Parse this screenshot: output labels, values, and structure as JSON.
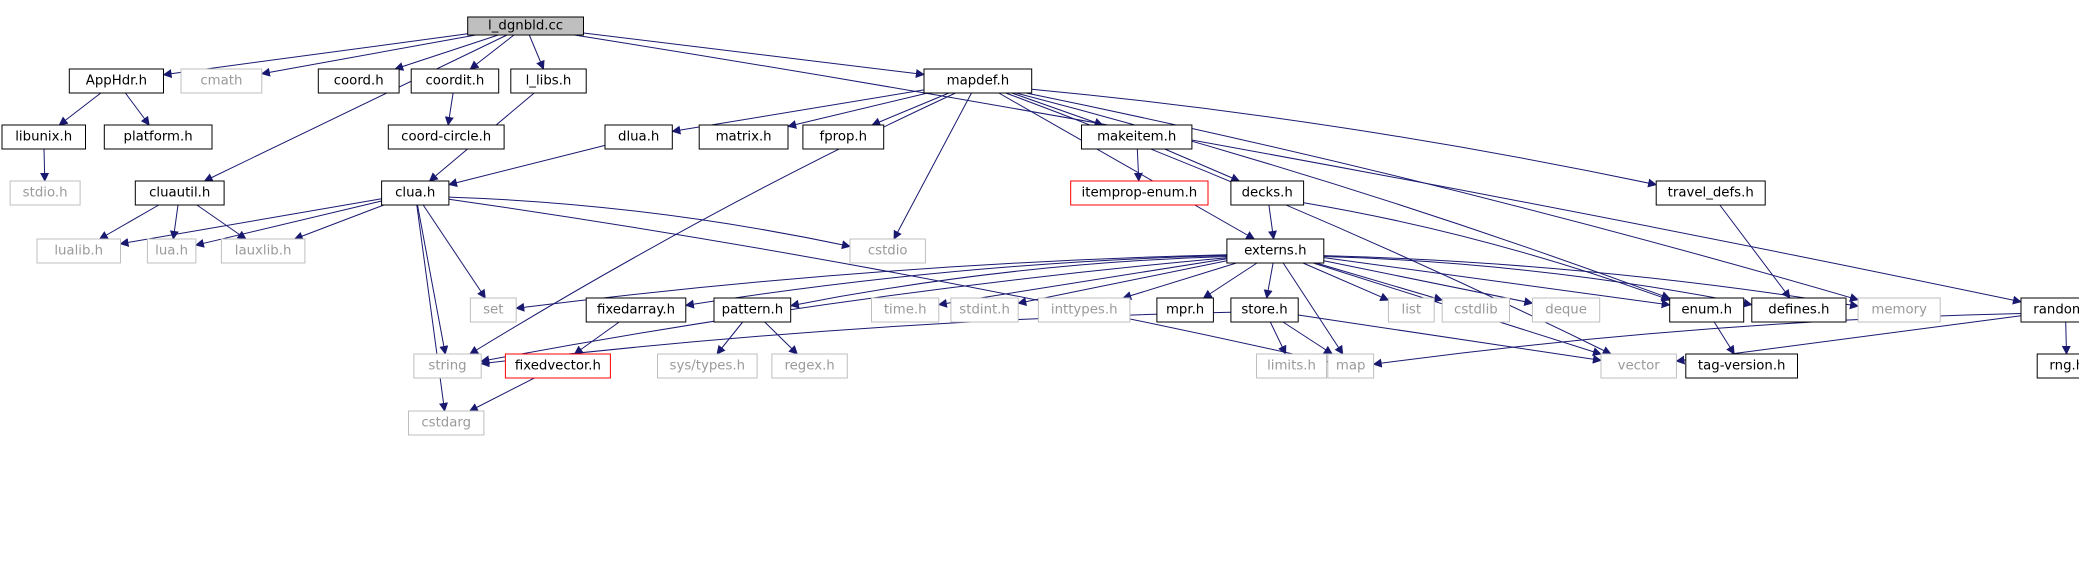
{
  "title": "l_dgnbld.cc",
  "colors": {
    "edge": "#191970",
    "node_border": "#000000",
    "external_border": "#bfbfbf",
    "external_text": "#9a9a9a",
    "missing_border": "#ff0000",
    "root_fill": "#bfbfbf"
  },
  "nodes": {
    "l_dgnbld": {
      "label": "l_dgnbld.cc",
      "kind": "root"
    },
    "apphdr": {
      "label": "AppHdr.h",
      "kind": "project"
    },
    "cmath": {
      "label": "cmath",
      "kind": "external"
    },
    "coord": {
      "label": "coord.h",
      "kind": "project"
    },
    "coordit": {
      "label": "coordit.h",
      "kind": "project"
    },
    "l_libs": {
      "label": "l_libs.h",
      "kind": "project"
    },
    "mapdef": {
      "label": "mapdef.h",
      "kind": "project"
    },
    "libunix": {
      "label": "libunix.h",
      "kind": "project"
    },
    "platform": {
      "label": "platform.h",
      "kind": "project"
    },
    "coord_circle": {
      "label": "coord-circle.h",
      "kind": "project"
    },
    "stdio": {
      "label": "stdio.h",
      "kind": "external"
    },
    "cluautil": {
      "label": "cluautil.h",
      "kind": "project"
    },
    "clua": {
      "label": "clua.h",
      "kind": "project"
    },
    "dlua": {
      "label": "dlua.h",
      "kind": "project"
    },
    "matrix": {
      "label": "matrix.h",
      "kind": "project"
    },
    "fprop": {
      "label": "fprop.h",
      "kind": "project"
    },
    "makeitem": {
      "label": "makeitem.h",
      "kind": "project"
    },
    "itemprop_enum": {
      "label": "itemprop-enum.h",
      "kind": "missing"
    },
    "decks": {
      "label": "decks.h",
      "kind": "project"
    },
    "travel_defs": {
      "label": "travel_defs.h",
      "kind": "project"
    },
    "lualib": {
      "label": "lualib.h",
      "kind": "external"
    },
    "lua": {
      "label": "lua.h",
      "kind": "external"
    },
    "lauxlib": {
      "label": "lauxlib.h",
      "kind": "external"
    },
    "cstdio": {
      "label": "cstdio",
      "kind": "external"
    },
    "externs": {
      "label": "externs.h",
      "kind": "project"
    },
    "set": {
      "label": "set",
      "kind": "external"
    },
    "fixedarray": {
      "label": "fixedarray.h",
      "kind": "project"
    },
    "pattern": {
      "label": "pattern.h",
      "kind": "project"
    },
    "time": {
      "label": "time.h",
      "kind": "external"
    },
    "stdint": {
      "label": "stdint.h",
      "kind": "external"
    },
    "inttypes": {
      "label": "inttypes.h",
      "kind": "external"
    },
    "mpr": {
      "label": "mpr.h",
      "kind": "project"
    },
    "store": {
      "label": "store.h",
      "kind": "project"
    },
    "list": {
      "label": "list",
      "kind": "external"
    },
    "cstdlib": {
      "label": "cstdlib",
      "kind": "external"
    },
    "deque": {
      "label": "deque",
      "kind": "external"
    },
    "enum": {
      "label": "enum.h",
      "kind": "project"
    },
    "defines": {
      "label": "defines.h",
      "kind": "project"
    },
    "memory": {
      "label": "memory",
      "kind": "external"
    },
    "random": {
      "label": "random.h",
      "kind": "project"
    },
    "string": {
      "label": "string",
      "kind": "external"
    },
    "fixedvector": {
      "label": "fixedvector.h",
      "kind": "missing"
    },
    "sys_types": {
      "label": "sys/types.h",
      "kind": "external"
    },
    "regex": {
      "label": "regex.h",
      "kind": "external"
    },
    "limits": {
      "label": "limits.h",
      "kind": "external"
    },
    "map": {
      "label": "map",
      "kind": "external"
    },
    "vector": {
      "label": "vector",
      "kind": "external"
    },
    "tag_version": {
      "label": "tag-version.h",
      "kind": "project"
    },
    "rng": {
      "label": "rng.h",
      "kind": "project"
    },
    "cstdarg": {
      "label": "cstdarg",
      "kind": "external"
    }
  },
  "edges": [
    [
      "l_dgnbld",
      "apphdr"
    ],
    [
      "l_dgnbld",
      "cmath"
    ],
    [
      "l_dgnbld",
      "coord"
    ],
    [
      "l_dgnbld",
      "coordit"
    ],
    [
      "l_dgnbld",
      "cluautil"
    ],
    [
      "l_dgnbld",
      "l_libs"
    ],
    [
      "l_dgnbld",
      "mapdef"
    ],
    [
      "l_dgnbld",
      "random"
    ],
    [
      "apphdr",
      "libunix"
    ],
    [
      "apphdr",
      "platform"
    ],
    [
      "libunix",
      "stdio"
    ],
    [
      "coordit",
      "coord_circle"
    ],
    [
      "l_libs",
      "clua"
    ],
    [
      "cluautil",
      "lualib"
    ],
    [
      "cluautil",
      "lua"
    ],
    [
      "cluautil",
      "lauxlib"
    ],
    [
      "clua",
      "lualib"
    ],
    [
      "clua",
      "lua"
    ],
    [
      "clua",
      "lauxlib"
    ],
    [
      "clua",
      "cstdio"
    ],
    [
      "clua",
      "set"
    ],
    [
      "clua",
      "string"
    ],
    [
      "clua",
      "cstdarg"
    ],
    [
      "clua",
      "map"
    ],
    [
      "mapdef",
      "dlua"
    ],
    [
      "mapdef",
      "matrix"
    ],
    [
      "mapdef",
      "fprop"
    ],
    [
      "mapdef",
      "makeitem"
    ],
    [
      "mapdef",
      "cstdio"
    ],
    [
      "mapdef",
      "string"
    ],
    [
      "mapdef",
      "externs"
    ],
    [
      "mapdef",
      "enum"
    ],
    [
      "mapdef",
      "travel_defs"
    ],
    [
      "mapdef",
      "memory"
    ],
    [
      "mapdef",
      "vector"
    ],
    [
      "dlua",
      "clua"
    ],
    [
      "makeitem",
      "itemprop_enum"
    ],
    [
      "makeitem",
      "decks"
    ],
    [
      "decks",
      "externs"
    ],
    [
      "decks",
      "enum"
    ],
    [
      "travel_defs",
      "defines"
    ],
    [
      "externs",
      "set"
    ],
    [
      "externs",
      "string"
    ],
    [
      "externs",
      "fixedarray"
    ],
    [
      "externs",
      "pattern"
    ],
    [
      "externs",
      "time"
    ],
    [
      "externs",
      "stdint"
    ],
    [
      "externs",
      "inttypes"
    ],
    [
      "externs",
      "mpr"
    ],
    [
      "externs",
      "store"
    ],
    [
      "externs",
      "map"
    ],
    [
      "externs",
      "list"
    ],
    [
      "externs",
      "cstdlib"
    ],
    [
      "externs",
      "deque"
    ],
    [
      "externs",
      "enum"
    ],
    [
      "externs",
      "defines"
    ],
    [
      "externs",
      "memory"
    ],
    [
      "externs",
      "vector"
    ],
    [
      "fixedarray",
      "fixedvector"
    ],
    [
      "fixedvector",
      "cstdarg"
    ],
    [
      "pattern",
      "sys_types"
    ],
    [
      "pattern",
      "regex"
    ],
    [
      "store",
      "string"
    ],
    [
      "store",
      "limits"
    ],
    [
      "store",
      "map"
    ],
    [
      "store",
      "vector"
    ],
    [
      "enum",
      "tag_version"
    ],
    [
      "random",
      "map"
    ],
    [
      "random",
      "vector"
    ],
    [
      "random",
      "rng"
    ]
  ]
}
